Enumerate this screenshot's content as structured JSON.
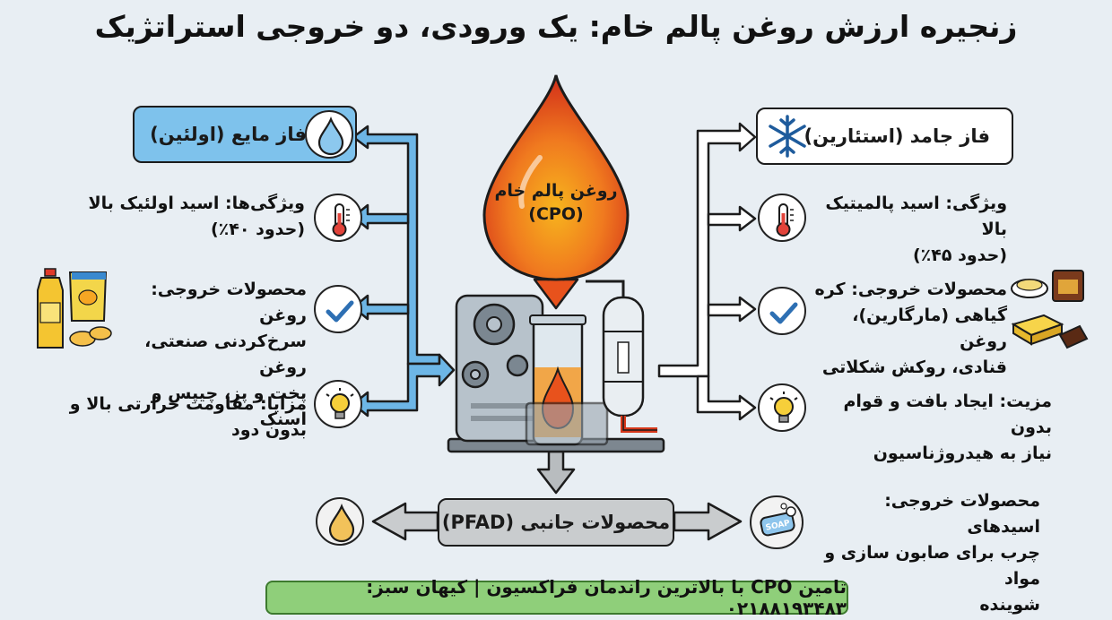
{
  "title": "زنجیره ارزش روغن پالم خام: یک ورودی، دو خروجی استراتژیک",
  "center": {
    "line1": "روغن پالم خام",
    "line2": "(CPO)"
  },
  "liquid": {
    "header": "فاز مایع (اولئین)",
    "feature": {
      "line1": "ویژگی‌ها: اسید اولئیک بالا",
      "line2": "(حدود ۴۰٪)"
    },
    "products": {
      "line1": "محصولات خروجی: روغن",
      "line2": "سرخ‌کردنی صنعتی، روغن",
      "line3": "پخت و پز، چیپس و اسنک"
    },
    "benefit": {
      "line1": "مزایا: مقاومت حرارتی بالا و",
      "line2": "بدون دود"
    }
  },
  "solid": {
    "header": "فاز جامد (استئارین)",
    "feature": {
      "line1": "ویژگی: اسید پالمیتیک بالا",
      "line2": "(حدود ۴۵٪)"
    },
    "products": {
      "line1": "محصولات خروجی: کره",
      "line2": "گیاهی (مارگارین)، روغن",
      "line3": "قنادی، روکش شکلاتی"
    },
    "benefit": {
      "line1": "مزیت: ایجاد بافت و قوام بدون",
      "line2": "نیاز به هیدروژناسیون"
    }
  },
  "byproduct": {
    "label": "محصولات جانبی (PFAD)",
    "output": {
      "line1": "محصولات خروجی: اسیدهای",
      "line2": "چرب برای صابون سازی و مواد",
      "line3": "شوینده"
    },
    "soap_text": "SOAP"
  },
  "footer": "تامین CPO با بالاترین راندمان فراکسیون | کیهان سبز: ۰۲۱۸۸۱۹۳۴۸۳",
  "colors": {
    "liquid_blue": "#5aaee3",
    "liquid_box": "#7ec2ec",
    "drop_orange": "#e8521c",
    "drop_yellow": "#f6b21a",
    "byproduct_gray": "#c9ccce",
    "footer_green": "#8fcf7a"
  }
}
